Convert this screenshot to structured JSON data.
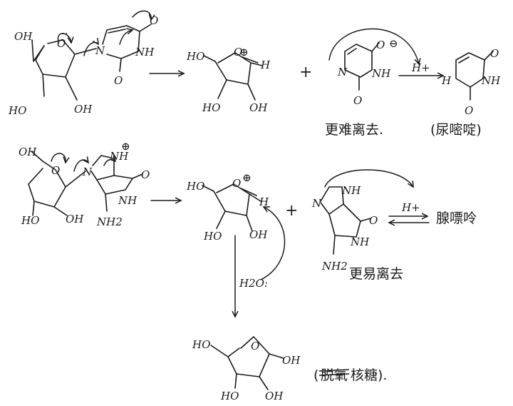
{
  "labels": {
    "oh": "OH",
    "ho": "HO",
    "o": "O",
    "n": "N",
    "nh": "NH",
    "nh2": "NH2",
    "h": "H",
    "hplus": "H+",
    "plus": "+",
    "minus": "⊖",
    "cation": "⊕",
    "h2o": "H2O:",
    "dot": "."
  },
  "captions": {
    "top_leaving": "更难离去.",
    "top_product": "(尿嘧啶)",
    "mid_leaving": "更易离去",
    "mid_product": "腺嘌呤",
    "bottom_open": "(",
    "bottom_struck": "脱氧",
    "bottom_product": "核糖).",
    "lone_pair": "··"
  }
}
